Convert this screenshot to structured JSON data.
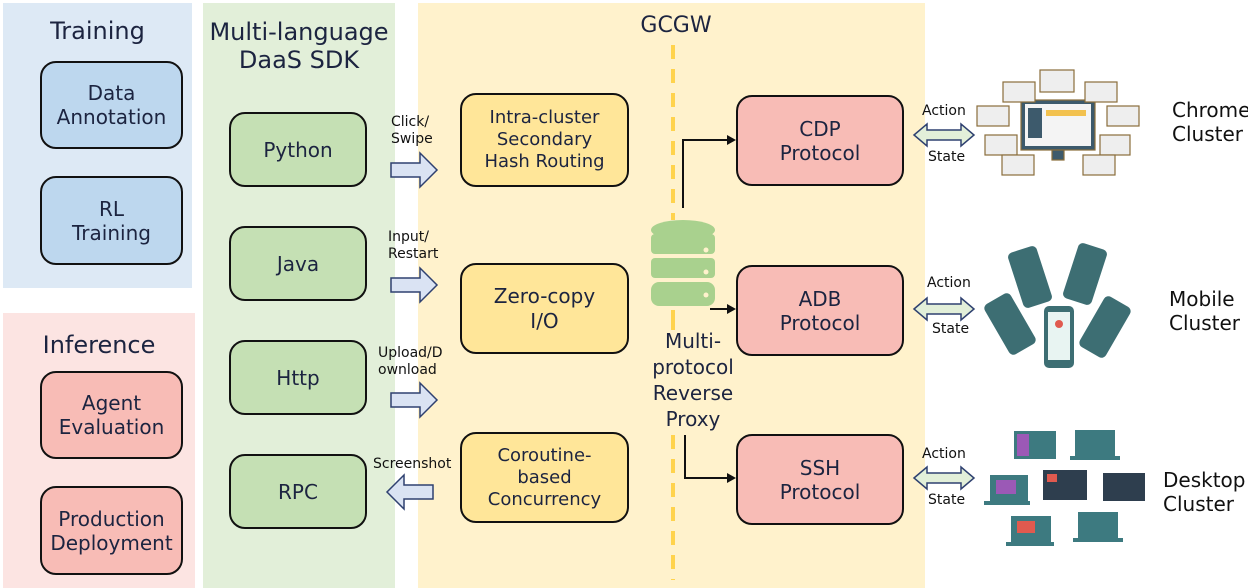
{
  "training": {
    "title": "Training",
    "items": [
      "Data\nAnnotation",
      "RL\nTraining"
    ]
  },
  "inference": {
    "title": "Inference",
    "items": [
      "Agent\nEvaluation",
      "Production\nDeployment"
    ]
  },
  "sdk": {
    "title": "Multi-language\nDaaS SDK",
    "items": [
      "Python",
      "Java",
      "Http",
      "RPC"
    ]
  },
  "sdk_arrows": [
    {
      "label": "Click/\nSwipe",
      "direction": "right"
    },
    {
      "label": "Input/\nRestart",
      "direction": "right"
    },
    {
      "label": "Upload/D\nownload",
      "direction": "right"
    },
    {
      "label": "Screenshot",
      "direction": "left"
    }
  ],
  "gcgw": {
    "title": "GCGW",
    "features": [
      "Intra-cluster\nSecondary\nHash Routing",
      "Zero-copy\nI/O",
      "Coroutine-\nbased\nConcurrency"
    ],
    "proxy_label": "Multi-\nprotocol\nReverse\nProxy",
    "protocols": [
      "CDP\nProtocol",
      "ADB\nProtocol",
      "SSH\nProtocol"
    ]
  },
  "links": [
    {
      "action": "Action",
      "state": "State"
    },
    {
      "action": "Action",
      "state": "State"
    },
    {
      "action": "Action",
      "state": "State"
    }
  ],
  "clusters": [
    "Chrome\nCluster",
    "Mobile\nCluster",
    "Desktop\nCluster"
  ],
  "colors": {
    "training": "#dde9f5",
    "inference": "#fce4e2",
    "sdk": "#e2efd9",
    "gcgw": "#fff2cc",
    "blue_box": "#bdd7ee",
    "red_box": "#f8bcb6",
    "green_box": "#c5e0b4",
    "yellow_box": "#ffe699",
    "dash": "#ffd34d",
    "arrow_fill": "#dae3f3"
  }
}
